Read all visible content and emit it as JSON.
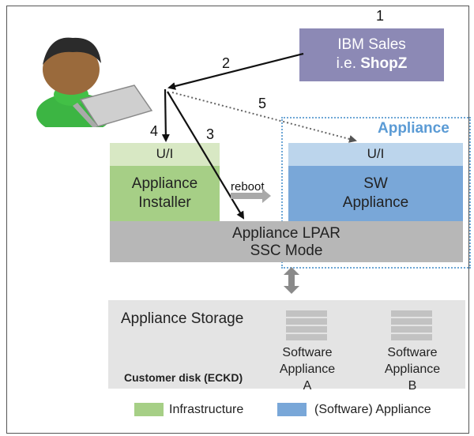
{
  "colors": {
    "infrastructure": "#a6cf86",
    "software_appliance": "#79a7d8",
    "ibm_sales": "#8c89b5",
    "lpar": "#b7b7b7"
  },
  "steps": [
    "1",
    "2",
    "3",
    "4",
    "5"
  ],
  "ibm_sales": {
    "line1": "IBM Sales",
    "line2_prefix": "i.e. ",
    "line2_bold": "ShopZ"
  },
  "appliance_region": {
    "title": "Appliance"
  },
  "installer": {
    "ui": "U/I",
    "line1": "Appliance",
    "line2": "Installer"
  },
  "sw_appliance": {
    "ui": "U/I",
    "line1": "SW",
    "line2": "Appliance"
  },
  "reboot_label": "reboot",
  "lpar": {
    "line1": "Appliance LPAR",
    "line2": "SSC Mode"
  },
  "storage": {
    "title": "Appliance Storage",
    "disk_label": "Customer disk (ECKD)",
    "volumes": [
      {
        "line1": "Software",
        "line2": "Appliance",
        "line3": "A"
      },
      {
        "line1": "Software",
        "line2": "Appliance",
        "line3": "B"
      }
    ]
  },
  "legend": [
    {
      "label": "Infrastructure",
      "color": "#a6cf86"
    },
    {
      "label": "(Software) Appliance",
      "color": "#79a7d8"
    }
  ]
}
